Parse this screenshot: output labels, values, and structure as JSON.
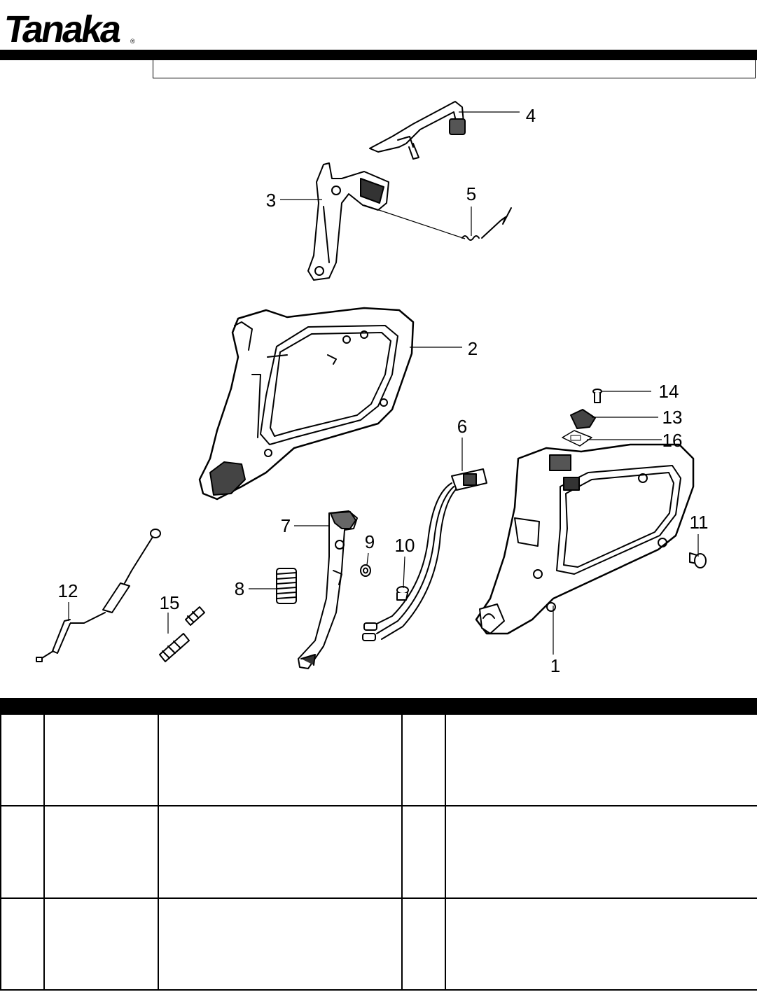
{
  "brand": {
    "name": "Tanaka",
    "mark": "®"
  },
  "header": {
    "title": ""
  },
  "diagram": {
    "callouts": [
      {
        "id": "4",
        "label": "4"
      },
      {
        "id": "3",
        "label": "3"
      },
      {
        "id": "5",
        "label": "5"
      },
      {
        "id": "2",
        "label": "2"
      },
      {
        "id": "14",
        "label": "14"
      },
      {
        "id": "13",
        "label": "13"
      },
      {
        "id": "16",
        "label": "16"
      },
      {
        "id": "6",
        "label": "6"
      },
      {
        "id": "7",
        "label": "7"
      },
      {
        "id": "11",
        "label": "11"
      },
      {
        "id": "9",
        "label": "9"
      },
      {
        "id": "10",
        "label": "10"
      },
      {
        "id": "12",
        "label": "12"
      },
      {
        "id": "8",
        "label": "8"
      },
      {
        "id": "15",
        "label": "15"
      },
      {
        "id": "1",
        "label": "1"
      }
    ]
  },
  "parts_table": {
    "rows": [
      {
        "cells": [
          "",
          "",
          "",
          "",
          ""
        ]
      },
      {
        "cells": [
          "",
          "",
          "",
          "",
          ""
        ]
      },
      {
        "cells": [
          "",
          "",
          "",
          "",
          ""
        ]
      }
    ]
  }
}
